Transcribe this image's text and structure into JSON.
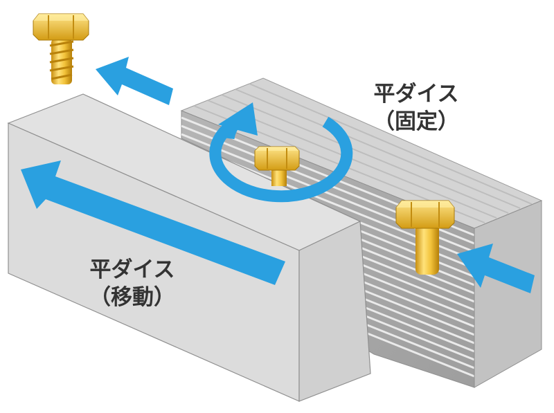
{
  "labels": {
    "fixed_die": {
      "line1": "平ダイス",
      "line2": "（固定）"
    },
    "moving_die": {
      "line1": "平ダイス",
      "line2": "（移動）"
    }
  },
  "colors": {
    "arrow": "#2aa0e0",
    "die_top": "#e4e4e4",
    "die_front": "#d9d9d9",
    "die_side": "#c6c6c6",
    "die_outline": "#8f8f8f",
    "grooved_face": "#a8a8a8",
    "groove_line": "#e8e8e8",
    "screw_gold": "#e6b52a",
    "label_text": "#333333"
  },
  "icons": [
    "screw-blank-icon",
    "threaded-screw-icon",
    "blank-screw-icon",
    "rotation-arrow-icon",
    "arrow-icon"
  ]
}
